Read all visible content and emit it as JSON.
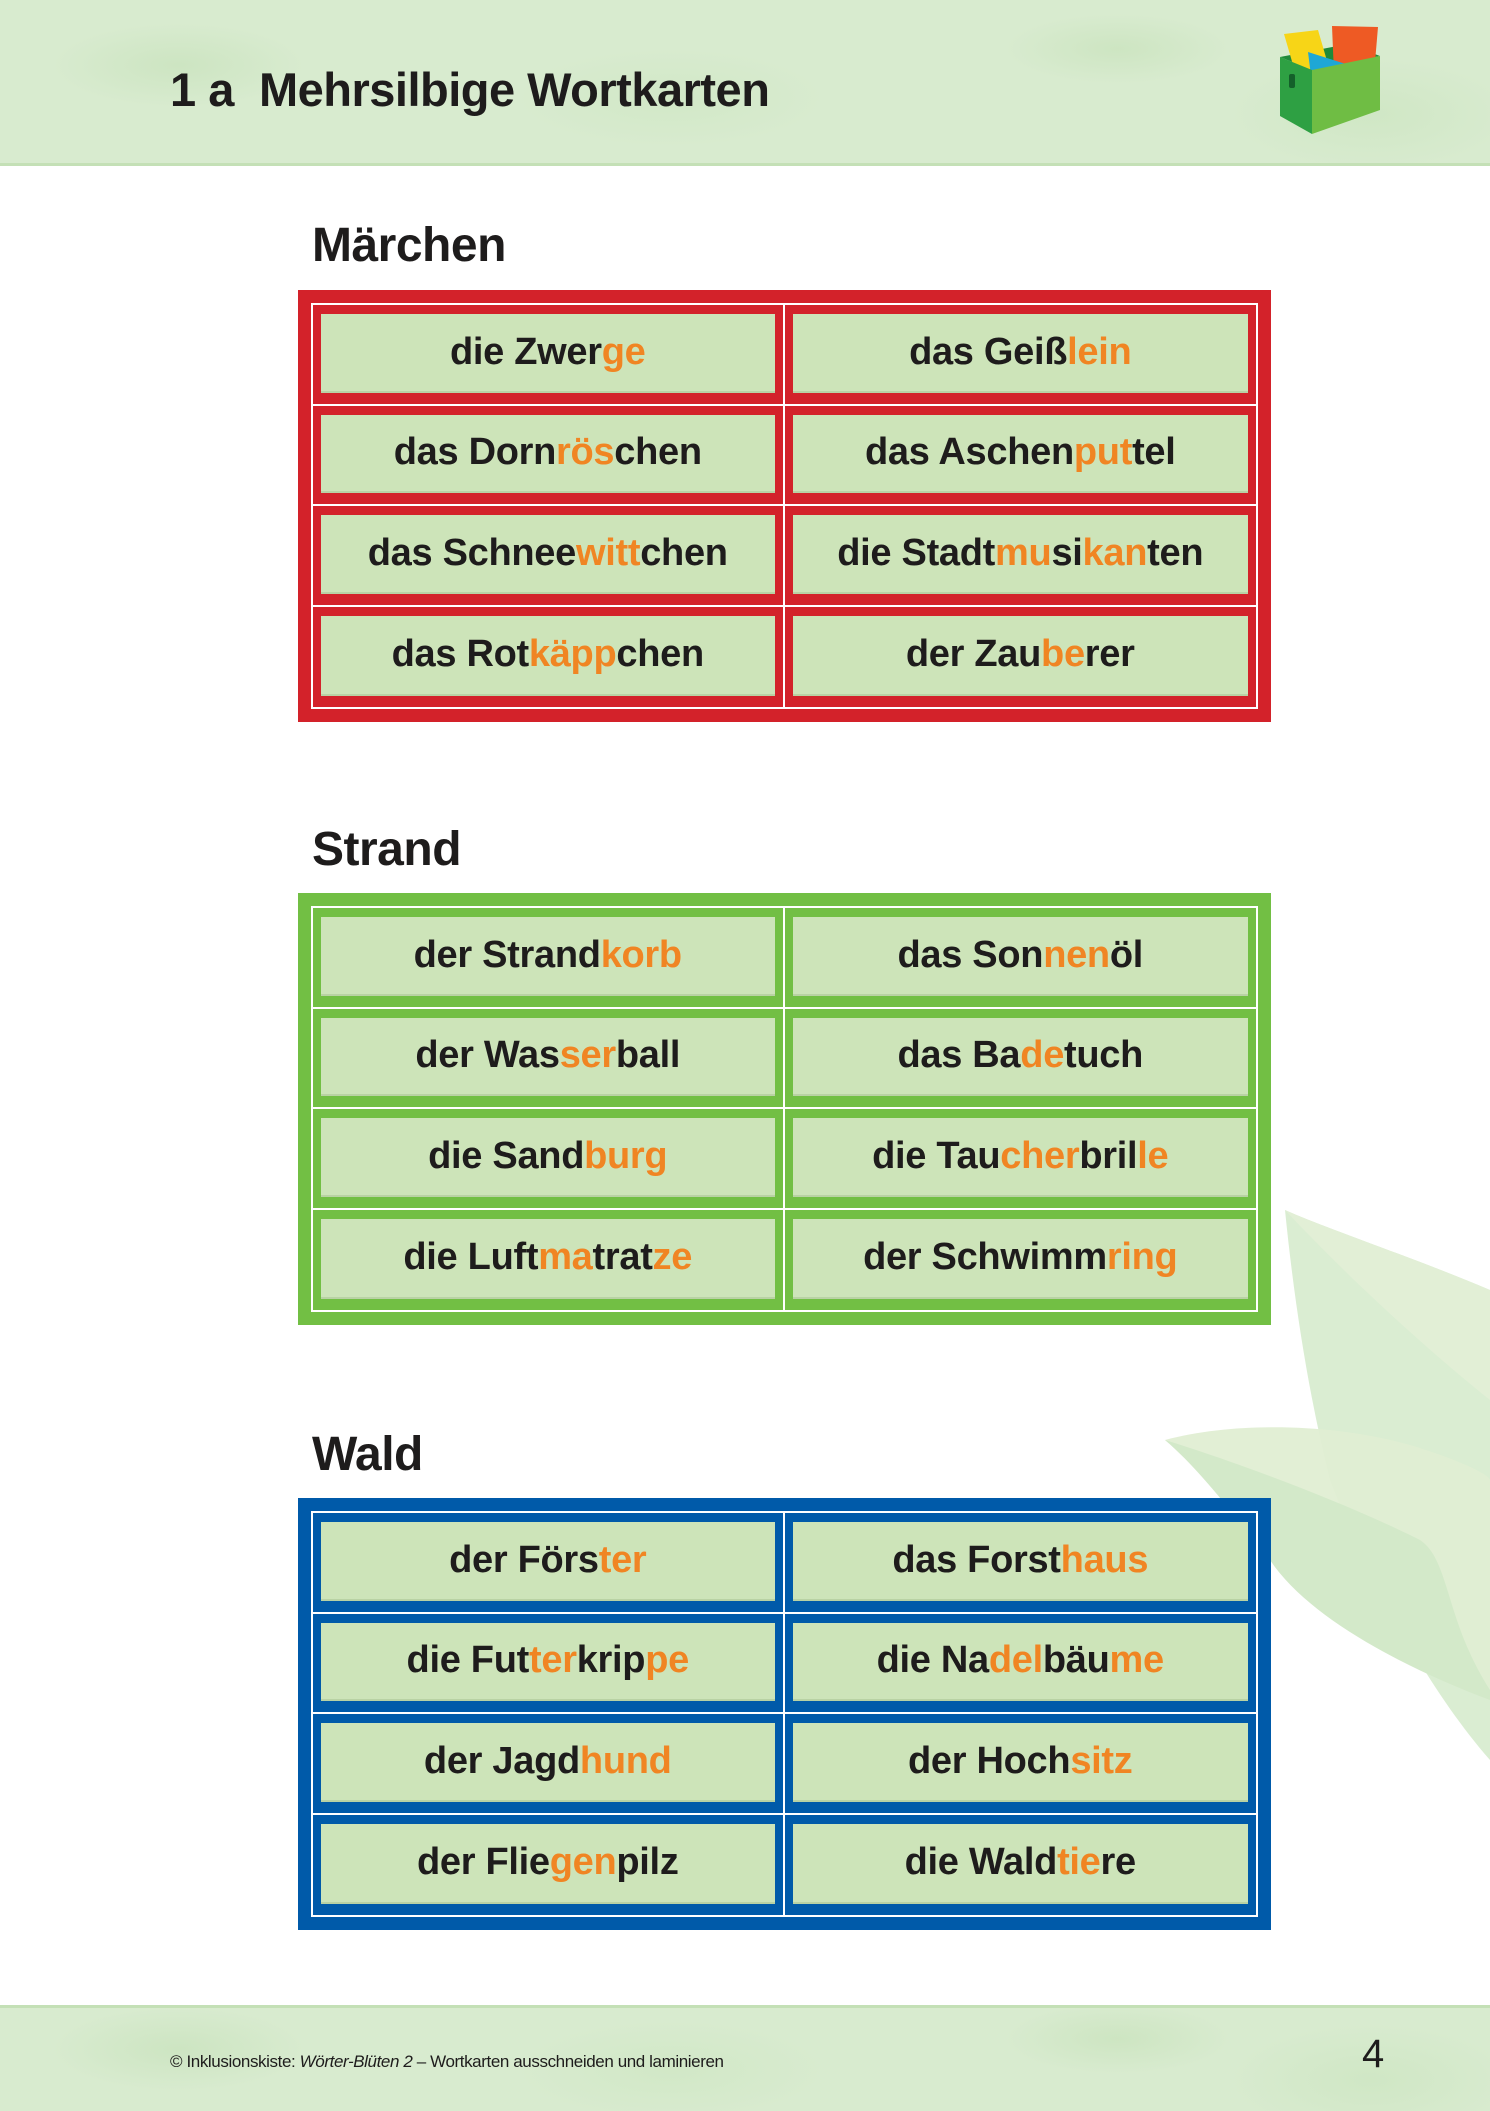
{
  "header": {
    "title": "1 a  Mehrsilbige Wortkarten",
    "icon": "card-box-icon"
  },
  "colors": {
    "header_band": "#d8ebcf",
    "card_fill": "#cde4b9",
    "syllable_highlight": "#f08523",
    "text": "#1e1c1c",
    "maerchen_frame": "#d3222a",
    "strand_frame": "#72bf44",
    "wald_frame": "#005aa9"
  },
  "sections": [
    {
      "title": "Märchen",
      "frame_color": "#d3222a",
      "cards": [
        {
          "text": "die Zwerge",
          "segments": [
            {
              "t": "die Zwer",
              "hl": false
            },
            {
              "t": "ge",
              "hl": true
            }
          ]
        },
        {
          "text": "das Geißlein",
          "segments": [
            {
              "t": "das Geiß",
              "hl": false
            },
            {
              "t": "lein",
              "hl": true
            }
          ]
        },
        {
          "text": "das Dornröschen",
          "segments": [
            {
              "t": "das Dorn",
              "hl": false
            },
            {
              "t": "rös",
              "hl": true
            },
            {
              "t": "chen",
              "hl": false
            }
          ]
        },
        {
          "text": "das Aschenputtel",
          "segments": [
            {
              "t": "das Aschen",
              "hl": false
            },
            {
              "t": "put",
              "hl": true
            },
            {
              "t": "tel",
              "hl": false
            }
          ]
        },
        {
          "text": "das Schneewittchen",
          "segments": [
            {
              "t": "das Schnee",
              "hl": false
            },
            {
              "t": "witt",
              "hl": true
            },
            {
              "t": "chen",
              "hl": false
            }
          ]
        },
        {
          "text": "die Stadtmusikanten",
          "segments": [
            {
              "t": "die Stadt",
              "hl": false
            },
            {
              "t": "mu",
              "hl": true
            },
            {
              "t": "si",
              "hl": false
            },
            {
              "t": "kan",
              "hl": true
            },
            {
              "t": "ten",
              "hl": false
            }
          ]
        },
        {
          "text": "das Rotkäppchen",
          "segments": [
            {
              "t": "das Rot",
              "hl": false
            },
            {
              "t": "käpp",
              "hl": true
            },
            {
              "t": "chen",
              "hl": false
            }
          ]
        },
        {
          "text": "der Zauberer",
          "segments": [
            {
              "t": "der Zau",
              "hl": false
            },
            {
              "t": "be",
              "hl": true
            },
            {
              "t": "rer",
              "hl": false
            }
          ]
        }
      ]
    },
    {
      "title": "Strand",
      "frame_color": "#72bf44",
      "cards": [
        {
          "text": "der Strandkorb",
          "segments": [
            {
              "t": "der Strand",
              "hl": false
            },
            {
              "t": "korb",
              "hl": true
            }
          ]
        },
        {
          "text": "das Sonnenöl",
          "segments": [
            {
              "t": "das Son",
              "hl": false
            },
            {
              "t": "nen",
              "hl": true
            },
            {
              "t": "öl",
              "hl": false
            }
          ]
        },
        {
          "text": "der Wasserball",
          "segments": [
            {
              "t": "der Was",
              "hl": false
            },
            {
              "t": "ser",
              "hl": true
            },
            {
              "t": "ball",
              "hl": false
            }
          ]
        },
        {
          "text": "das Badetuch",
          "segments": [
            {
              "t": "das Ba",
              "hl": false
            },
            {
              "t": "de",
              "hl": true
            },
            {
              "t": "tuch",
              "hl": false
            }
          ]
        },
        {
          "text": "die Sandburg",
          "segments": [
            {
              "t": "die Sand",
              "hl": false
            },
            {
              "t": "burg",
              "hl": true
            }
          ]
        },
        {
          "text": "die Taucherbrille",
          "segments": [
            {
              "t": "die Tau",
              "hl": false
            },
            {
              "t": "cher",
              "hl": true
            },
            {
              "t": "bril",
              "hl": false
            },
            {
              "t": "le",
              "hl": true
            }
          ]
        },
        {
          "text": "die Luftmatratze",
          "segments": [
            {
              "t": "die Luft",
              "hl": false
            },
            {
              "t": "ma",
              "hl": true
            },
            {
              "t": "trat",
              "hl": false
            },
            {
              "t": "ze",
              "hl": true
            }
          ]
        },
        {
          "text": "der Schwimmring",
          "segments": [
            {
              "t": "der Schwimm",
              "hl": false
            },
            {
              "t": "ring",
              "hl": true
            }
          ]
        }
      ]
    },
    {
      "title": "Wald",
      "frame_color": "#005aa9",
      "cards": [
        {
          "text": "der Förster",
          "segments": [
            {
              "t": "der Förs",
              "hl": false
            },
            {
              "t": "ter",
              "hl": true
            }
          ]
        },
        {
          "text": "das Forsthaus",
          "segments": [
            {
              "t": "das Forst",
              "hl": false
            },
            {
              "t": "haus",
              "hl": true
            }
          ]
        },
        {
          "text": "die Futterkrippe",
          "segments": [
            {
              "t": "die Fut",
              "hl": false
            },
            {
              "t": "ter",
              "hl": true
            },
            {
              "t": "krip",
              "hl": false
            },
            {
              "t": "pe",
              "hl": true
            }
          ]
        },
        {
          "text": "die Nadelbäume",
          "segments": [
            {
              "t": "die Na",
              "hl": false
            },
            {
              "t": "del",
              "hl": true
            },
            {
              "t": "bäu",
              "hl": false
            },
            {
              "t": "me",
              "hl": true
            }
          ]
        },
        {
          "text": "der Jagdhund",
          "segments": [
            {
              "t": "der Jagd",
              "hl": false
            },
            {
              "t": "hund",
              "hl": true
            }
          ]
        },
        {
          "text": "der Hochsitz",
          "segments": [
            {
              "t": "der Hoch",
              "hl": false
            },
            {
              "t": "sitz",
              "hl": true
            }
          ]
        },
        {
          "text": "der Fliegenpilz",
          "segments": [
            {
              "t": "der Flie",
              "hl": false
            },
            {
              "t": "gen",
              "hl": true
            },
            {
              "t": "pilz",
              "hl": false
            }
          ]
        },
        {
          "text": "die Waldtiere",
          "segments": [
            {
              "t": "die Wald",
              "hl": false
            },
            {
              "t": "tie",
              "hl": true
            },
            {
              "t": "re",
              "hl": false
            }
          ]
        }
      ]
    }
  ],
  "footer": {
    "copyright_prefix": "© Inklusionskiste: ",
    "book_title": "Wörter-Blüten 2",
    "copyright_suffix": " – Wortkarten ausschneiden und laminieren",
    "page_number": "4"
  }
}
